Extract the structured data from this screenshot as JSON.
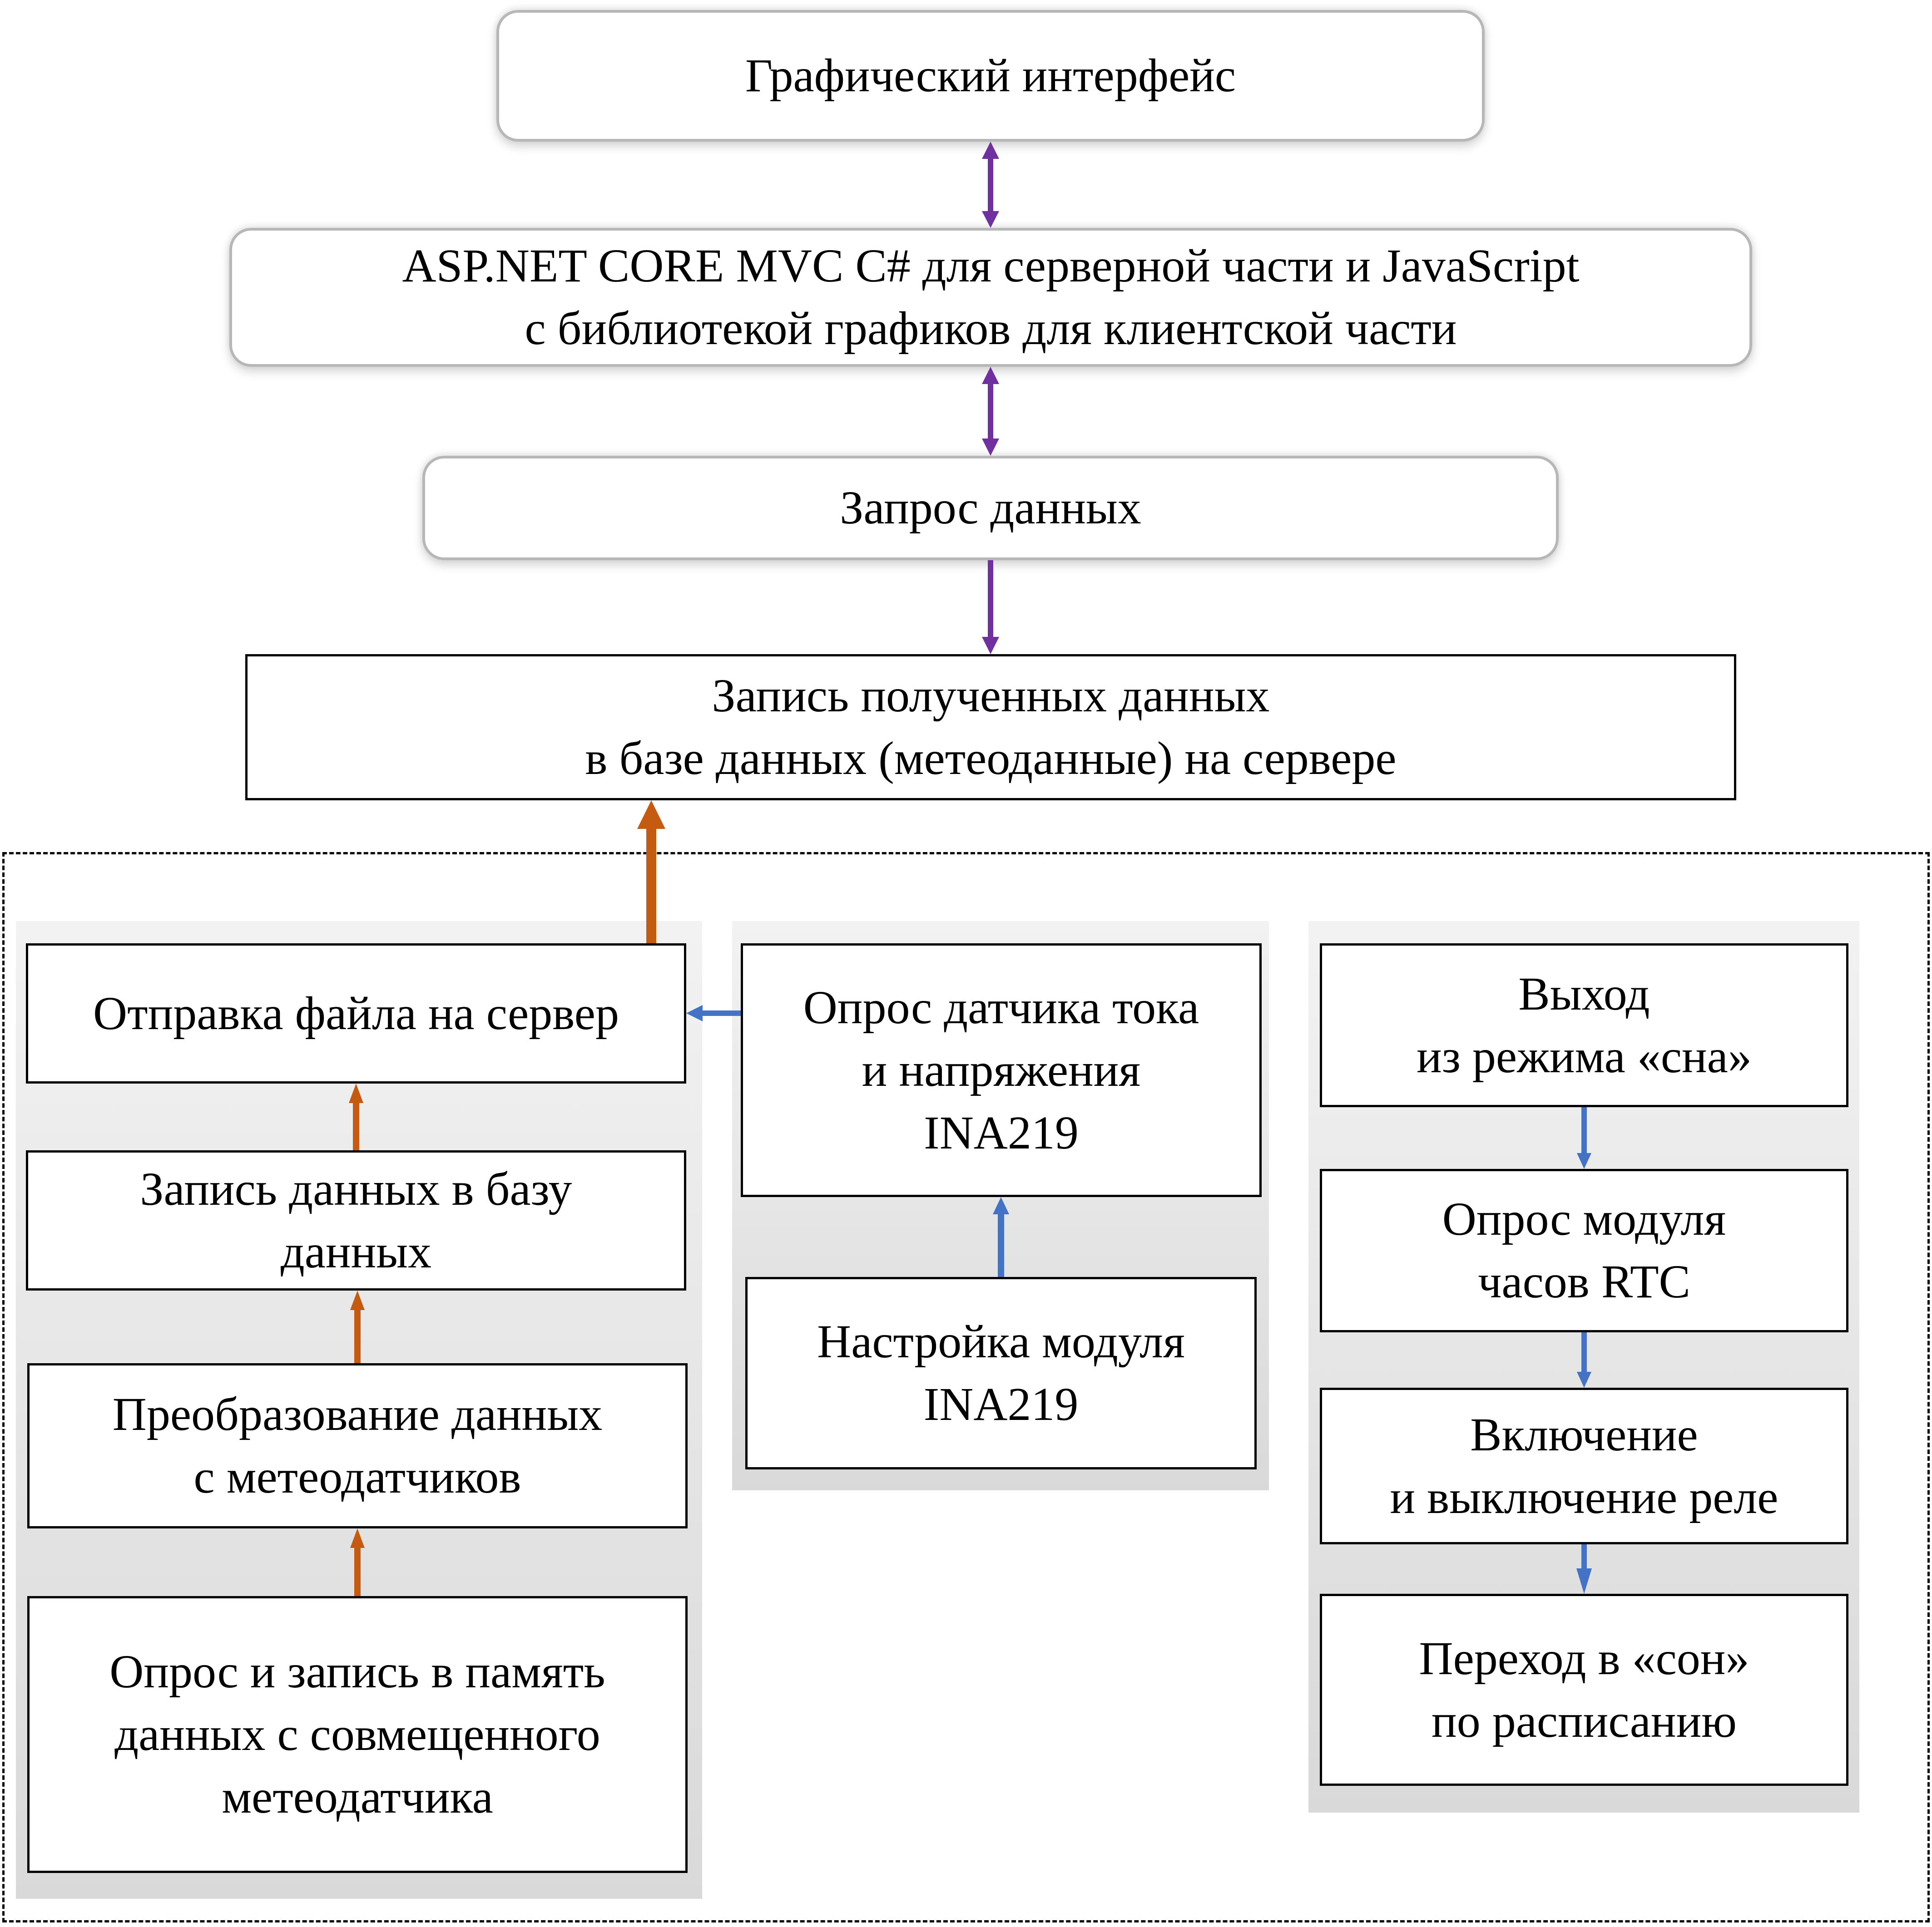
{
  "top_chain": {
    "gui": "Графический интерфейс",
    "backend": "ASP.NET CORE MVC C# для серверной части и JavaScript\nс библиотекой графиков для клиентской части",
    "request": "Запрос данных",
    "db_record": "Запись полученных данных\nв базе данных (метеоданные) на сервере"
  },
  "left_group": {
    "send_file": "Отправка файла на сервер",
    "write_db": "Запись данных в базу\nданных",
    "convert": "Преобразование данных\nс метеодатчиков",
    "poll_sensor": "Опрос и запись в память\nданных с совмещенного\nметеодатчика"
  },
  "middle_group": {
    "poll_ina": "Опрос датчика тока\nи напряжения\nINA219",
    "setup_ina": "Настройка модуля\nINA219"
  },
  "right_group": {
    "wake": "Выход\nиз режима «сна»",
    "poll_rtc": "Опрос модуля\nчасов RTC",
    "relay": "Включение\nи выключение реле",
    "sleep": "Переход в «сон»\nпо расписанию"
  },
  "colors": {
    "purple_arrow": "#7030A0",
    "orange_arrow": "#C55A11",
    "blue_arrow": "#4472C4"
  }
}
